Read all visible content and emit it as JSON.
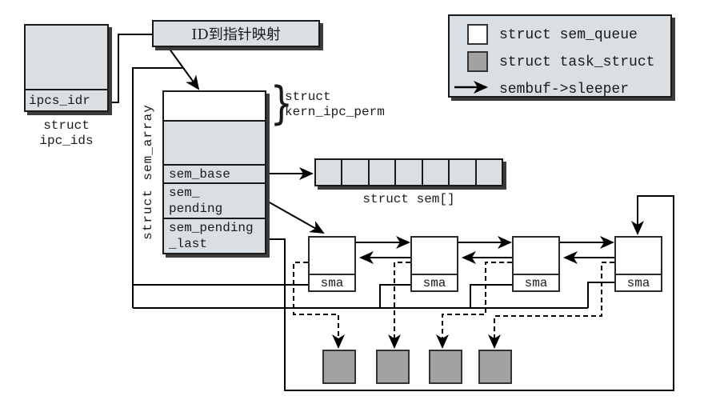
{
  "colors": {
    "box_fill": "#d9dfe2",
    "task_fill": "#a2a2a2",
    "queue_fill": "#ffffff",
    "line": "#000000",
    "shadow": "#3c3c3c",
    "background": "#ffffff",
    "border": "#1a1a1a"
  },
  "ipc_ids": {
    "field_label": "ipcs_idr",
    "caption_line1": "struct",
    "caption_line2": "ipc_ids"
  },
  "id_map": {
    "label": "ID到指针映射"
  },
  "sem_array": {
    "side_label": "struct sem_array",
    "brace": "}",
    "kern_line1": "struct",
    "kern_line2": "kern_ipc_perm",
    "rows": {
      "sem_base": "sem_base",
      "sem_pending_1": "sem_",
      "sem_pending_2": "pending",
      "sem_pending_last_1": "sem_pending",
      "sem_pending_last_2": "_last"
    }
  },
  "sem_table": {
    "caption": "struct sem[]",
    "cell_count": 7
  },
  "sem_queues": {
    "count": 4,
    "sma_label": "sma"
  },
  "task_structs": {
    "count": 4
  },
  "legend": {
    "items": [
      {
        "swatch": "white-square",
        "label": "struct sem_queue"
      },
      {
        "swatch": "gray-square",
        "label": "struct task_struct"
      },
      {
        "swatch": "arrow",
        "label": "sembuf->sleeper"
      }
    ]
  }
}
